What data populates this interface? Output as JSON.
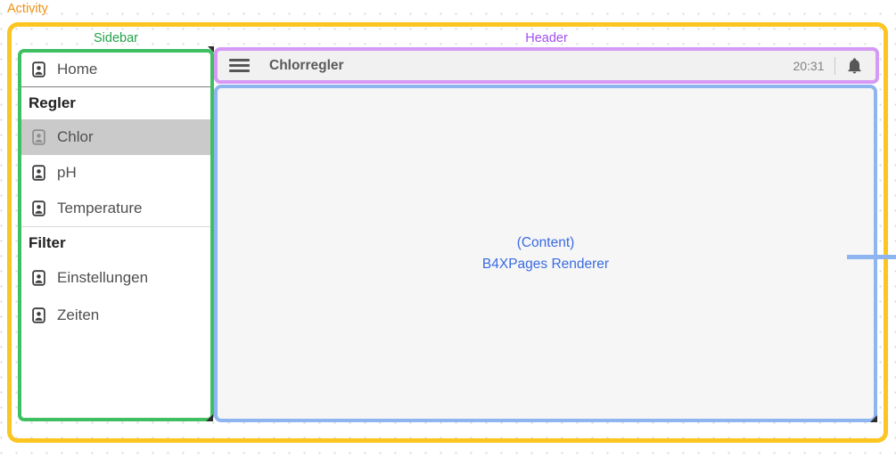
{
  "designer": {
    "activity_label": "Activity",
    "sidebar_label": "Sidebar",
    "header_label": "Header"
  },
  "header": {
    "title": "Chlorregler",
    "time": "20:31"
  },
  "sidebar": {
    "items": [
      {
        "kind": "item",
        "label": "Home",
        "icon": "contact-icon",
        "selected": false
      },
      {
        "kind": "section",
        "label": "Regler"
      },
      {
        "kind": "item",
        "label": "Chlor",
        "icon": "contact-icon",
        "selected": true
      },
      {
        "kind": "item",
        "label": "pH",
        "icon": "contact-icon",
        "selected": false
      },
      {
        "kind": "item",
        "label": "Temperature",
        "icon": "contact-icon",
        "selected": false
      },
      {
        "kind": "section",
        "label": "Filter"
      },
      {
        "kind": "item",
        "label": "Einstellungen",
        "icon": "contact-icon",
        "selected": false
      },
      {
        "kind": "item",
        "label": "Zeiten",
        "icon": "contact-icon",
        "selected": false
      }
    ]
  },
  "content": {
    "line1": "(Content)",
    "line2": "B4XPages Renderer"
  },
  "icons": {
    "menu": "hamburger-icon",
    "notifications": "bell-icon",
    "list_item": "contact-icon"
  },
  "colors": {
    "activity_border": "#FBC622",
    "activity_label": "#EE9111",
    "sidebar_border": "#3FBE62",
    "sidebar_label": "#21A348",
    "header_border": "#D699F5",
    "header_label": "#A14FF0",
    "header_bar_bg": "#F2F1F2",
    "content_border": "#8FB5F1",
    "content_bg": "#F6F6F7",
    "content_text": "#3A6BDF",
    "selected_item_bg": "#CBCACB"
  }
}
